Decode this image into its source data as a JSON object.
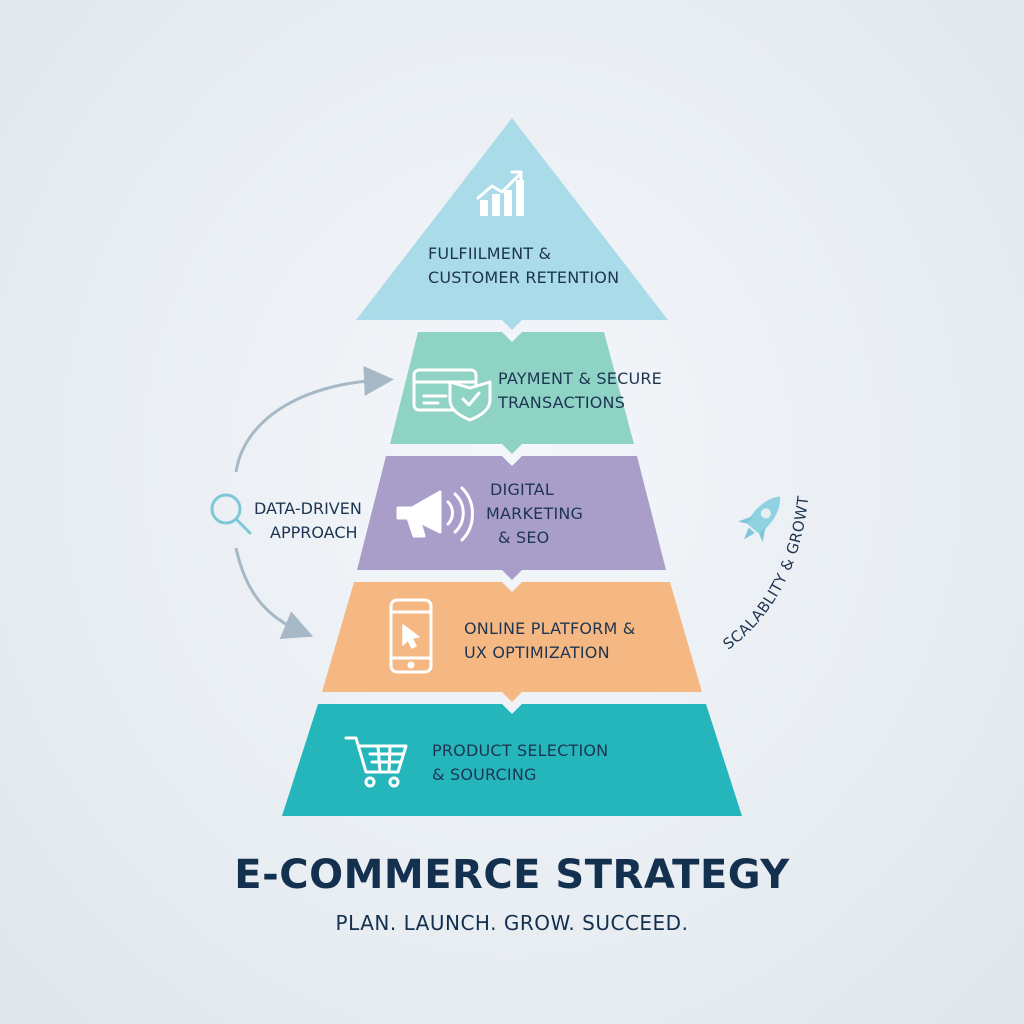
{
  "title": "E-COMMERCE STRATEGY",
  "subtitle": "PLAN. LAUNCH. GROW. SUCCEED.",
  "colors": {
    "level5": "#a9dbe9",
    "level4": "#8fd3c5",
    "level3": "#a99ec9",
    "level2": "#f5b883",
    "level1": "#25b6bc",
    "text": "#1d3552",
    "icon": "#ffffff"
  },
  "levels": [
    {
      "lines": [
        "FULFIILMENT &",
        "CUSTOMER RETENTION"
      ],
      "icon": "growth-chart-icon"
    },
    {
      "lines": [
        "PAYMENT & SECURE",
        "TRANSACTIONS"
      ],
      "icon": "credit-card-shield-icon"
    },
    {
      "lines": [
        "DIGITAL",
        "MARKETING",
        "& SEO"
      ],
      "icon": "megaphone-icon"
    },
    {
      "lines": [
        "ONLINE PLATFORM &",
        "UX OPTIMIZATION"
      ],
      "icon": "smartphone-cursor-icon"
    },
    {
      "lines": [
        "PRODUCT SELECTION",
        "& SOURCING"
      ],
      "icon": "shopping-cart-icon"
    }
  ],
  "left_note": {
    "lines": [
      "DATA-DRIVEN",
      "APPROACH"
    ],
    "icon": "magnifier-icon"
  },
  "right_note": {
    "text": "SCALABLITY & GROWTH",
    "icon": "rocket-icon"
  }
}
